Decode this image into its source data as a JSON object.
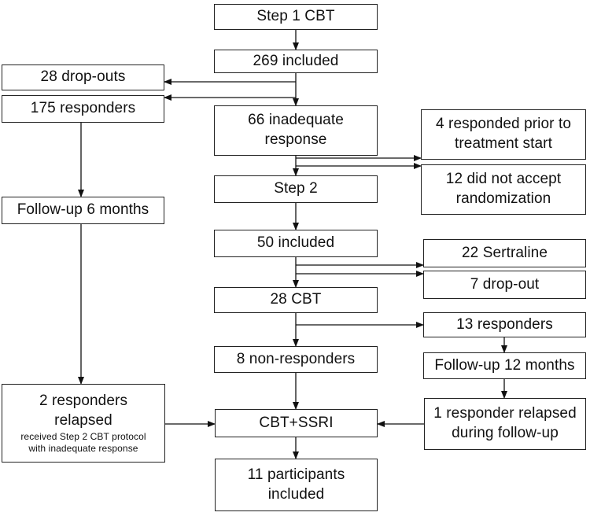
{
  "boxes": {
    "step1": [
      "Step 1 CBT"
    ],
    "included269": [
      "269 included"
    ],
    "dropouts28": [
      "28 drop-outs"
    ],
    "responders175": [
      "175 responders"
    ],
    "inadequate66": [
      "66 inadequate",
      "response"
    ],
    "responded4": [
      "4 responded prior to",
      "treatment start"
    ],
    "notAccept12": [
      "12 did not accept",
      "randomization"
    ],
    "step2": [
      "Step 2"
    ],
    "followup6": [
      "Follow-up 6 months"
    ],
    "included50": [
      "50 included"
    ],
    "sertraline22": [
      "22 Sertraline"
    ],
    "dropout7": [
      "7 drop-out"
    ],
    "cbt28": [
      "28 CBT"
    ],
    "responders13": [
      "13 responders"
    ],
    "nonresponders8": [
      "8 non-responders"
    ],
    "followup12": [
      "Follow-up 12 months"
    ],
    "relapsed2": [
      "2 responders",
      "relapsed"
    ],
    "relapsed2_note": [
      "received Step 2 CBT protocol",
      "with inadequate response"
    ],
    "cbtssri": [
      "CBT+SSRI"
    ],
    "relapsed1": [
      "1 responder relapsed",
      "during follow-up"
    ],
    "participants11": [
      "11 participants",
      "included"
    ]
  }
}
